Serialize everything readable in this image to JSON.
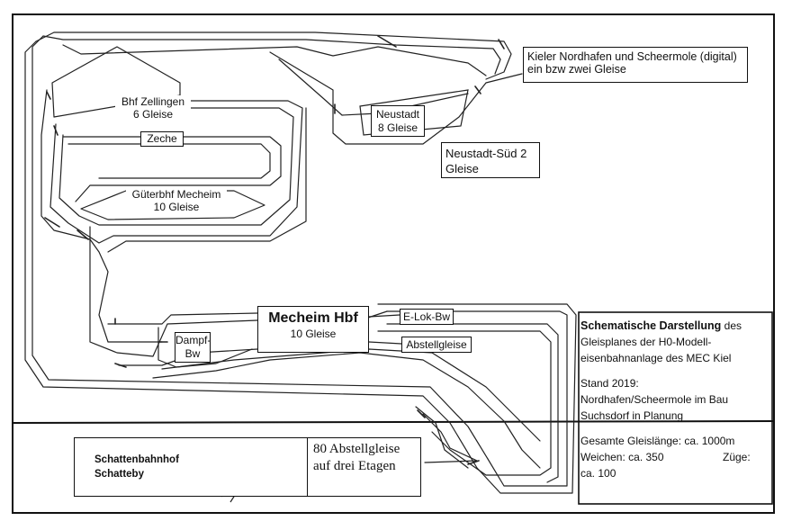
{
  "stations": {
    "kiel_nordhafen": [
      "Kieler Nordhafen und Scheermole (digital)",
      "ein bzw zwei Gleise"
    ],
    "zellingen": [
      "Bhf Zellingen",
      "6 Gleise"
    ],
    "neustadt": [
      "Neustadt",
      "8 Gleise"
    ],
    "neustadt_sued": [
      "Neustadt-Süd 2",
      "Gleise"
    ],
    "zeche": "Zeche",
    "gueterbhf": [
      "Güterbhf Mecheim",
      "10 Gleise"
    ],
    "mecheim_hbf": [
      "Mecheim Hbf",
      "10 Gleise"
    ],
    "elok_bw": "E-Lok-Bw",
    "dampf_bw": [
      "Dampf-",
      "Bw"
    ],
    "abstellgleise": "Abstellgleise",
    "schattenbahnhof": [
      "Schattenbahnhof",
      "Schatteby"
    ],
    "abstellgleise_80": [
      "80 Abstellgleise",
      "auf drei Etagen"
    ]
  },
  "legend": {
    "title": "Schematische Darstellung",
    "title_rest": " des",
    "line2": "Gleisplanes der H0-Modell-",
    "line3": "eisenbahnanlage des MEC Kiel",
    "stand": "Stand 2019:",
    "status1": "Nordhafen/Scheermole im Bau",
    "status2": "Suchsdorf in Planung",
    "laenge": "Gesamte Gleislänge: ca. 1000m",
    "weichen": "Weichen: ca. 350",
    "zuege": "Züge:",
    "zuege_val": "ca. 100"
  }
}
